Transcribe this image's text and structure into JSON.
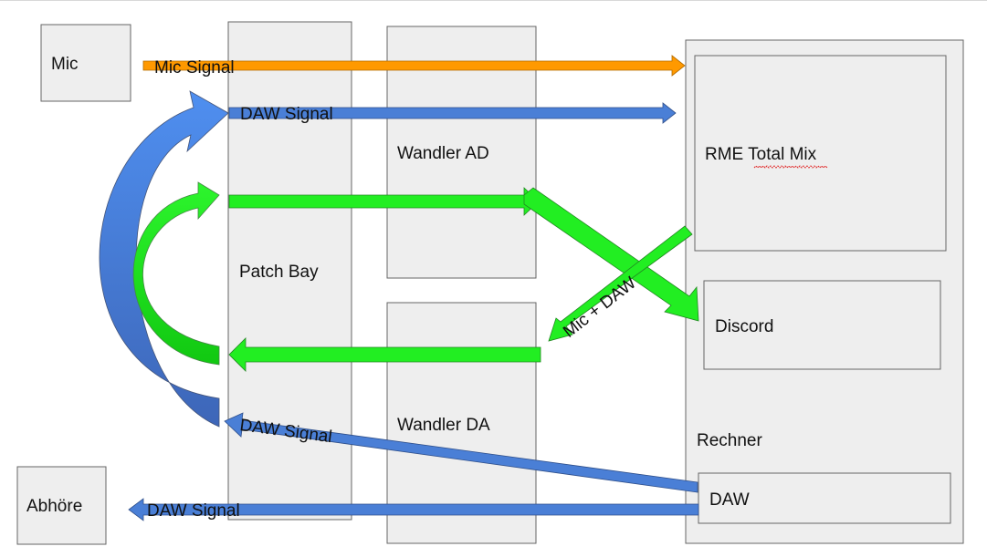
{
  "nodes": {
    "mic": "Mic",
    "patch_bay": "Patch Bay",
    "wandler_ad": "Wandler AD",
    "wandler_da": "Wandler DA",
    "rechner": "Rechner",
    "rme_total_mix": "RME Total Mix",
    "discord": "Discord",
    "daw": "DAW",
    "abhoere": "Abhöre"
  },
  "edges": {
    "mic_signal": "Mic Signal",
    "daw_signal_top": "DAW Signal",
    "mic_plus_daw": "Mic + DAW",
    "daw_signal_return": "DAW Signal",
    "daw_signal_abhoere": "DAW Signal"
  },
  "colors": {
    "orange": "#ff9900",
    "blue": "#4a7fd6",
    "green": "#22ee22",
    "box_fill": "#eeeeee",
    "box_stroke": "#666666"
  }
}
